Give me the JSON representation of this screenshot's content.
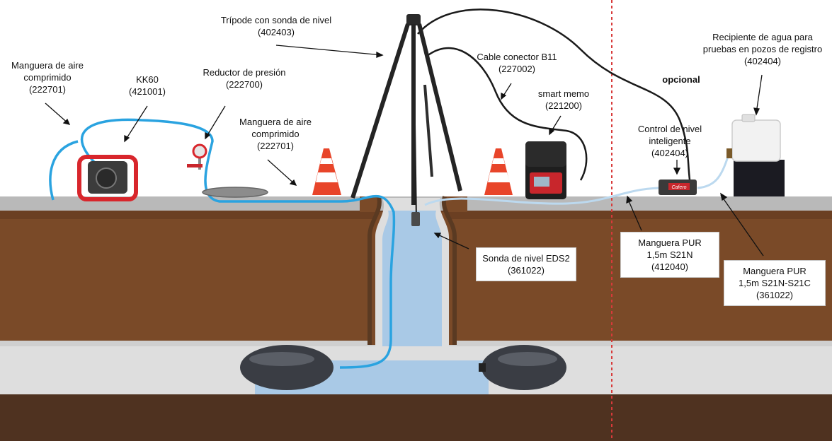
{
  "colors": {
    "sky": "#ffffff",
    "surface": "#b9b9b9",
    "soil": "#7a4a28",
    "soil_dark": "#4f3220",
    "pipe": "#dedede",
    "water": "#a9c9e6",
    "air_hose": "#2aa3e0",
    "pur_hose": "#bcd9ef",
    "cable": "#1a1a1a",
    "compressor": "#d8262c",
    "cone_orange": "#e8452a",
    "divider": "#d83a3a"
  },
  "labels": {
    "hose_air_left": {
      "line1": "Manguera de aire",
      "line2": "comprimido",
      "code": "(222701)"
    },
    "kk60": {
      "line1": "KK60",
      "code": "(421001)"
    },
    "reducer": {
      "line1": "Reductor de presión",
      "code": "(222700)"
    },
    "hose_air_center": {
      "line1": "Manguera de aire",
      "line2": "comprimido",
      "code": "(222701)"
    },
    "tripod": {
      "line1": "Trípode con sonda de nivel",
      "code": "(402403)"
    },
    "cable_b11": {
      "line1": "Cable conector B11",
      "code": "(227002)"
    },
    "smart_memo": {
      "line1": "smart memo",
      "code": "(221200)"
    },
    "probe": {
      "line1": "Sonda de nivel EDS2",
      "code": "(361022)"
    },
    "optional": {
      "text": "opcional"
    },
    "level_control": {
      "line1": "Control de nivel",
      "line2": "inteligente",
      "code": "(402404)"
    },
    "water_container": {
      "line1": "Recipiente de agua para",
      "line2": "pruebas en pozos de registro",
      "code": "(402404)"
    },
    "pur_hose_s21n": {
      "line1": "Manguera PUR",
      "line2": "1,5m S21N",
      "code": "(412040)"
    },
    "pur_hose_s21n_s21c": {
      "line1": "Manguera PUR",
      "line2": "1,5m S21N-S21C",
      "code": "(361022)"
    }
  },
  "device": {
    "brand": "Cafero"
  }
}
